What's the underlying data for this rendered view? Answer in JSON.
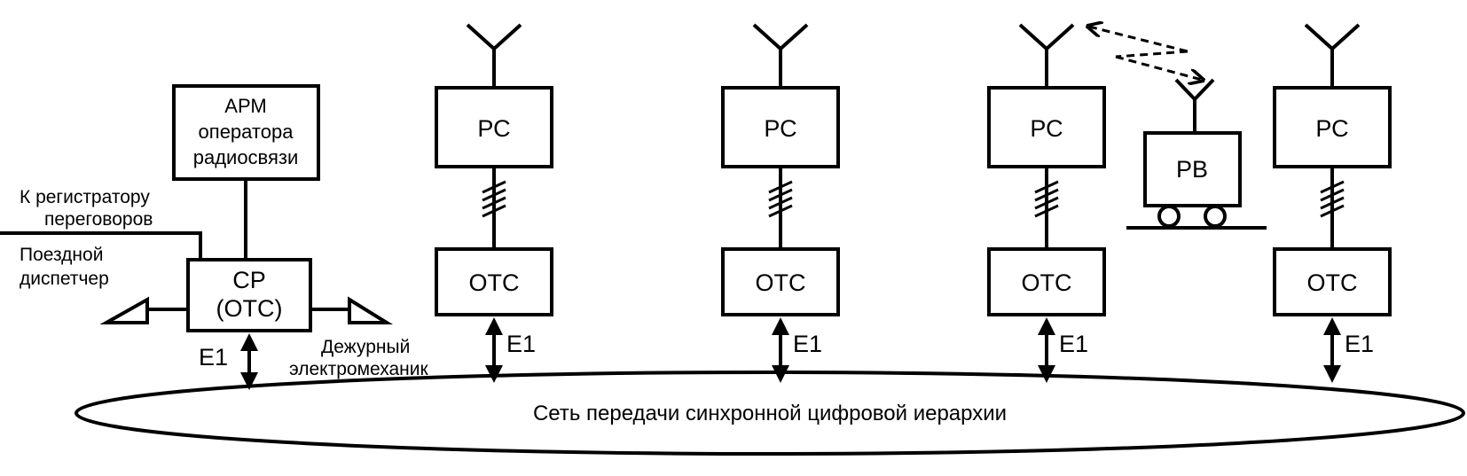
{
  "arm": {
    "line1": "АРМ",
    "line2": "оператора",
    "line3": "радиосвязи"
  },
  "central": {
    "line1": "СР",
    "line2": "(ОТС)"
  },
  "labels": {
    "registrar_line1": "К регистратору",
    "registrar_line2": "переговоров",
    "dispatcher_line1": "Поездной",
    "dispatcher_line2": "диспетчер",
    "electromech_line1": "Дежурный",
    "electromech_line2": "электромеханик"
  },
  "stations": [
    {
      "rs": "РС",
      "ots": "ОТС",
      "link": "Е1"
    },
    {
      "rs": "РС",
      "ots": "ОТС",
      "link": "Е1"
    },
    {
      "rs": "РС",
      "ots": "ОТС",
      "link": "Е1"
    },
    {
      "rs": "РС",
      "ots": "ОТС",
      "link": "Е1"
    }
  ],
  "central_link": "Е1",
  "mobile": {
    "label": "РВ"
  },
  "network": {
    "label": "Сеть передачи синхронной цифровой иерархии"
  }
}
